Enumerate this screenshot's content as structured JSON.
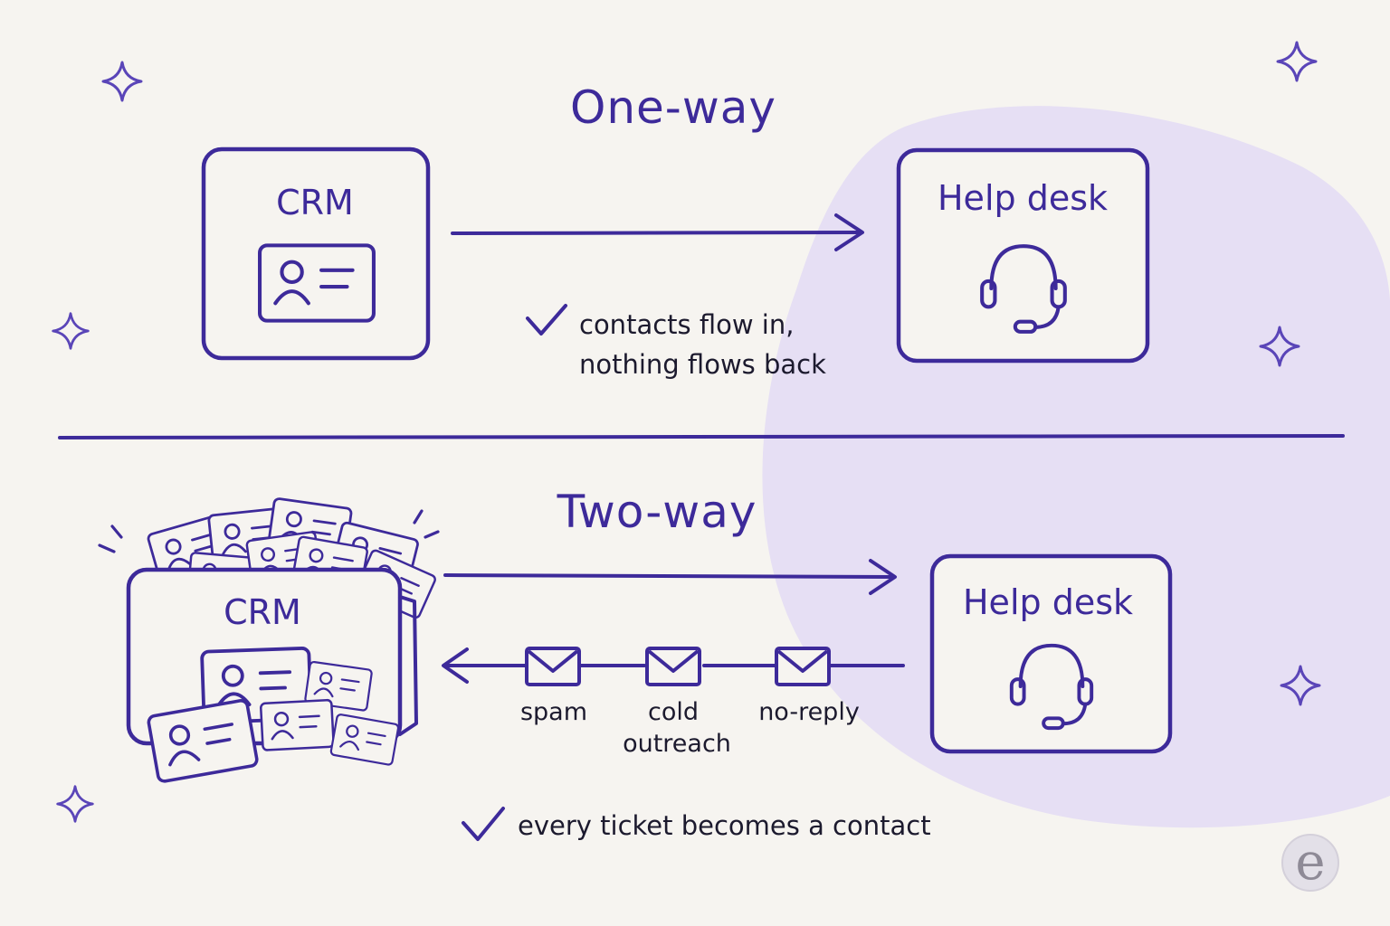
{
  "colors": {
    "ink": "#3d2a9a",
    "background": "#f6f4f0",
    "blob": "#e6dff4",
    "text": "#1c1a2e",
    "logo": "#8e8a96"
  },
  "one_way": {
    "title": "One-way",
    "crm_label": "CRM",
    "helpdesk_label": "Help desk",
    "note_line1": "contacts flow in,",
    "note_line2": "nothing flows back"
  },
  "two_way": {
    "title": "Two-way",
    "crm_label": "CRM",
    "helpdesk_label": "Help desk",
    "mail_spam": "spam",
    "mail_cold_line1": "cold",
    "mail_cold_line2": "outreach",
    "mail_noreply": "no-reply",
    "note": "every ticket becomes a contact"
  },
  "icons": [
    "sparkle-icon",
    "contact-card-icon",
    "headset-icon",
    "checkmark-icon",
    "envelope-icon",
    "logo-e-icon"
  ],
  "logo": {
    "letter": "e"
  }
}
